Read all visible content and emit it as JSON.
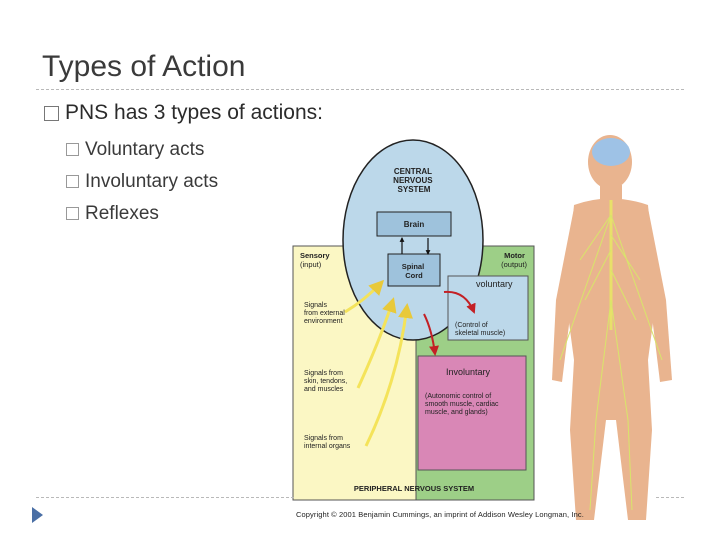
{
  "slide": {
    "title": "Types of Action",
    "bullet": "PNS has 3 types of actions:",
    "sub_bullets": [
      "Voluntary acts",
      "Involuntary acts",
      "Reflexes"
    ]
  },
  "figure": {
    "cns_label": [
      "CENTRAL",
      "NERVOUS",
      "SYSTEM"
    ],
    "brain": "Brain",
    "spinal_cord": [
      "Spinal",
      "Cord"
    ],
    "sensory": [
      "Sensory",
      "(input)"
    ],
    "motor": [
      "Motor",
      "(output)"
    ],
    "voluntary": "voluntary",
    "voluntary_desc": [
      "(Control of",
      "skeletal muscle)"
    ],
    "involuntary": "Involuntary",
    "involuntary_desc": [
      "(Autonomic control of",
      "smooth muscle, cardiac",
      "muscle, and glands)"
    ],
    "signals_env": [
      "Signals",
      "from external",
      "environment"
    ],
    "signals_skin": [
      "Signals from",
      "skin, tendons,",
      "and muscles"
    ],
    "signals_organs": [
      "Signals from",
      "internal organs"
    ],
    "pns_label": "PERIPHERAL NERVOUS SYSTEM",
    "copyright": "Copyright © 2001 Benjamin Cummings, an imprint of Addison Wesley Longman, Inc."
  },
  "colors": {
    "sensory_bg": "#fbf7c4",
    "motor_bg": "#9dcf87",
    "cns_fill": "#bcd8ea",
    "involuntary_fill": "#d987b6",
    "voluntary_fill": "#bcd8ea",
    "arrow_yellow": "#f4e35a",
    "arrow_red": "#c32025",
    "nav_icon": "#4a6fa5"
  },
  "icons": [
    "bullet-box-icon",
    "nav-arrow-icon"
  ]
}
